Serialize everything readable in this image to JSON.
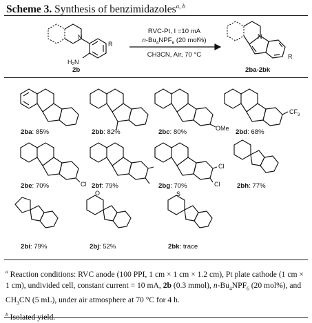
{
  "scheme": {
    "label": "Scheme 3.",
    "title": "Synthesis of benzimidazoles",
    "marks": "a, b"
  },
  "reaction": {
    "reactant_label": "2b",
    "product_label": "2ba-2bk",
    "condition_line1": "RVC-Pt, I =10 mA",
    "condition_line2_prefix": "n",
    "condition_line2_main": "-Bu",
    "condition_line2_sub1": "4",
    "condition_line2_mid": "NPF",
    "condition_line2_sub2": "6",
    "condition_line2_suffix": " (20 mol%)",
    "condition_line3": "CH3CN, Air, 70 °C",
    "atom_R": "R",
    "atom_N": "N",
    "atom_NH2": "H₂N"
  },
  "products": [
    {
      "id": "2ba",
      "value": ": 85%"
    },
    {
      "id": "2bb",
      "value": ": 82%"
    },
    {
      "id": "2bc",
      "value": ": 80%"
    },
    {
      "id": "2bd",
      "value": ": 68%"
    },
    {
      "id": "2be",
      "value": ": 70%"
    },
    {
      "id": "2bf",
      "value": ": 79%"
    },
    {
      "id": "2bg",
      "value": ": 70%"
    },
    {
      "id": "2bh",
      "value": ": 77%"
    },
    {
      "id": "2bi",
      "value": ": 79%"
    },
    {
      "id": "2bj",
      "value": ": 52%"
    },
    {
      "id": "2bk",
      "value": ": trace"
    }
  ],
  "substituents": {
    "ome": "OMe",
    "cf3": "CF",
    "cf3_sub": "3",
    "cl": "Cl",
    "o": "O",
    "s": "S",
    "n": "N"
  },
  "footnotes": {
    "a_mark": "a",
    "a_text1": " Reaction conditions: RVC anode (100 PPI, 1 cm × 1 cm × 1.2 cm), Pt plate cathode (1 cm × 1 cm), undivided cell, constant current = 10 mA, ",
    "a_bold": "2b",
    "a_text2": " (0.3 mmol), ",
    "a_italic": "n",
    "a_text3": "-Bu",
    "a_sub1": "4",
    "a_text4": "NPF",
    "a_sub2": "6",
    "a_text5": " (20 mol%), and CH",
    "a_sub3": "3",
    "a_text6": "CN (5 mL), under air atmosphere at 70 °C for 4 h.",
    "b_mark": "b",
    "b_text": " Isolated yield."
  }
}
